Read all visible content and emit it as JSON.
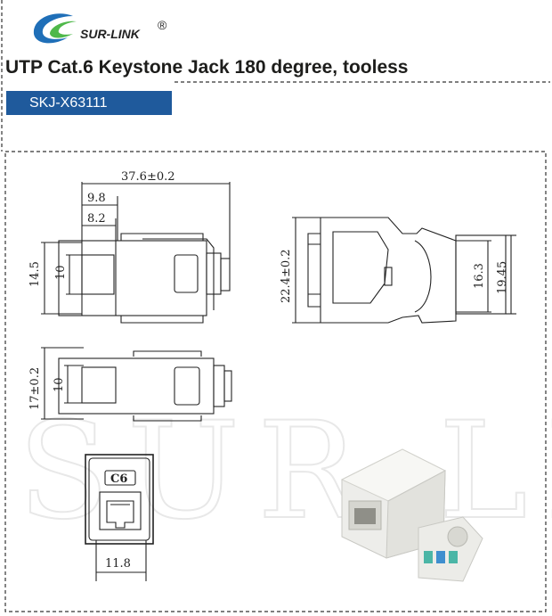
{
  "brand": {
    "name": "SUR-LINK",
    "registered_mark": "®"
  },
  "header": {
    "title": "UTP Cat.6 Keystone Jack 180 degree, tooless",
    "model": "SKJ-X63111"
  },
  "drawing": {
    "watermark": "SUR-LI",
    "face_marking": "C6",
    "dimensions": {
      "overall_length": "37.6±0.2",
      "offset_98": "9.8",
      "offset_82": "8.2",
      "top_height": "14.5",
      "top_inner": "10",
      "side_height": "22.4±0.2",
      "side_right_inner": "16.3",
      "side_right_outer": "19.45",
      "bottom_height": "17±0.2",
      "bottom_inner": "10",
      "front_width": "11.8"
    }
  },
  "colors": {
    "model_bg": "#1f5a9c",
    "logo_blue": "#1f6fb8",
    "logo_green": "#4fb84a"
  }
}
